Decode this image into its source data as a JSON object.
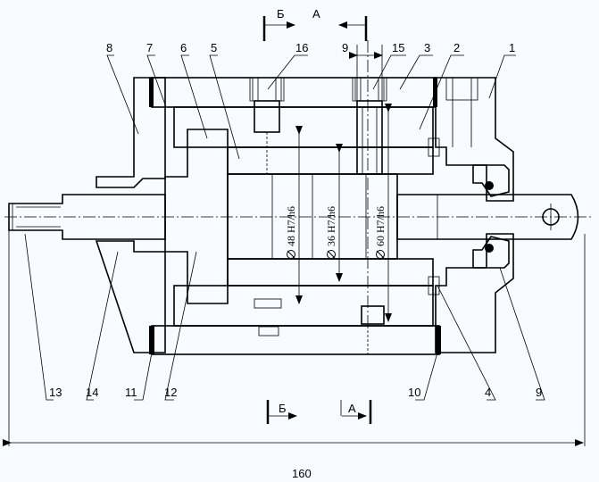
{
  "part_labels": [
    {
      "id": "1",
      "text": "1"
    },
    {
      "id": "2",
      "text": "2"
    },
    {
      "id": "3",
      "text": "3"
    },
    {
      "id": "4",
      "text": "4"
    },
    {
      "id": "5",
      "text": "5"
    },
    {
      "id": "6",
      "text": "6"
    },
    {
      "id": "7",
      "text": "7"
    },
    {
      "id": "8",
      "text": "8"
    },
    {
      "id": "9a",
      "text": "9"
    },
    {
      "id": "9b",
      "text": "9"
    },
    {
      "id": "10",
      "text": "10"
    },
    {
      "id": "11",
      "text": "11"
    },
    {
      "id": "12",
      "text": "12"
    },
    {
      "id": "13",
      "text": "13"
    },
    {
      "id": "14",
      "text": "14"
    },
    {
      "id": "15",
      "text": "15"
    },
    {
      "id": "16",
      "text": "16"
    }
  ],
  "section_marks": {
    "top_b": "Б",
    "top_a": "А",
    "bottom_b": "Б",
    "bottom_a": "А"
  },
  "fits": {
    "fit_48": "48 H7/h6",
    "fit_36": "36 H7/h6",
    "fit_60": "60 H7/h6"
  },
  "overall_dimension": "160",
  "colors": {
    "background": "#f8fbff",
    "line": "#000000"
  }
}
